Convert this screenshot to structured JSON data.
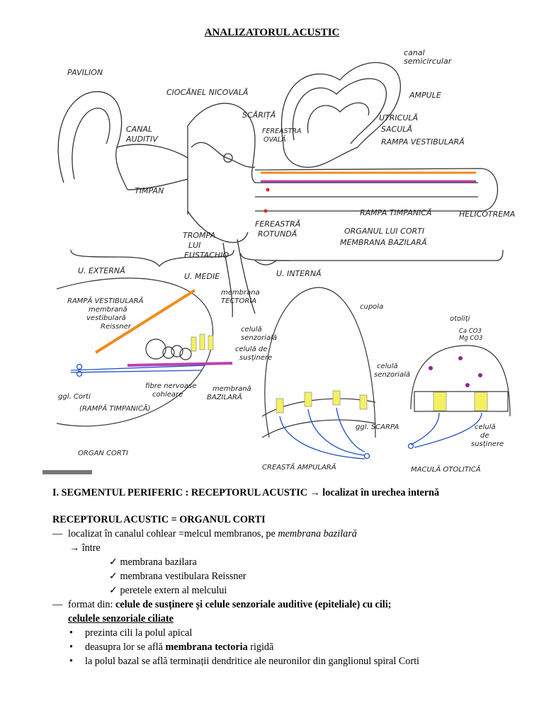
{
  "title": "ANALIZATORUL ACUSTIC",
  "figure": {
    "top_labels": {
      "pavilion": "PAVILION",
      "canal_auditiv_1": "CANAL",
      "canal_auditiv_2": "AUDITIV",
      "timpan": "TIMPAN",
      "ciocanel": "CIOCĂNEL NICOVALĂ",
      "scarita": "SCĂRIȚĂ",
      "fereastra_ovala_1": "FEREASTRA",
      "fereastra_ovala_2": "OVALĂ",
      "canal_semicircular_1": "canal",
      "canal_semicircular_2": "semicircular",
      "ampule": "AMPULE",
      "utricula": "UTRICULĂ",
      "sacula": "SACULĂ",
      "rampa_vestibulara": "RAMPA VESTIBULARĂ",
      "rampa_timpanica": "RAMPA TIMPANICĂ",
      "helicotrema": "HELICOTREMA",
      "fereastra_rotunda_1": "FEREASTRĂ",
      "fereastra_rotunda_2": "ROTUNDĂ",
      "organul_corti": "ORGANUL LUI CORTI",
      "membrana_bazilara": "MEMBRANA BAZILARĂ",
      "trompa_1": "TROMPA",
      "trompa_2": "LUI",
      "trompa_3": "EUSTACHIO",
      "u_externa": "U. EXTERNĂ",
      "u_medie": "U. MEDIE",
      "u_interna": "U. INTERNĂ"
    },
    "bottom_labels": {
      "rampa_vest": "RAMPĂ VESTIBULARĂ",
      "membrana_vest_1": "membrană",
      "membrana_vest_2": "vestibulară",
      "reissner": "Reissner",
      "membrana_tectoria_1": "membrana",
      "membrana_tectoria_2": "TECTORIA",
      "celula_senzoriala_1": "celulă",
      "celula_senzoriala_2": "senzorială",
      "celula_sustinere_1": "celulă de",
      "celula_sustinere_2": "susținere",
      "ggl_corti": "ggl. Corti",
      "fibre_1": "fibre nervoase",
      "fibre_2": "cohleare",
      "membrana_baz_1": "membrană",
      "membrana_baz_2": "BAZILARĂ",
      "rampa_timp": "(RAMPĂ TIMPANICĂ)",
      "organ_corti": "ORGAN CORTI",
      "cupola": "cupola",
      "celula_senz_2a": "celulă",
      "celula_senz_2b": "senzorială",
      "ggl_scarpa": "ggl. SCARPA",
      "creasta": "CREASTĂ AMPULARĂ",
      "otoliti": "otoliți",
      "caco3": "Ca CO3",
      "mgco3": "Mg CO3",
      "celula_sust_3a": "celulă",
      "celula_sust_3b": "de",
      "celula_sust_3c": "susținere",
      "macula": "MACULĂ OTOLITICĂ"
    }
  },
  "text": {
    "heading1_a": "I. SEGMENTUL PERIFERIC :  RECEPTORUL ACUSTIC  →  ",
    "heading1_b": "localizat în urechea internă",
    "heading2": "RECEPTORUL ACUSTIC = ORGANUL CORTI",
    "dash": "—",
    "line1_a": "localizat în canalul cohlear =melcul membranos, pe ",
    "line1_b": "membrana bazilară",
    "intre": "→ între",
    "check": "✓",
    "checks": [
      "membrana bazilara",
      "membrana vestibulara Reissner",
      "peretele extern al melcului"
    ],
    "format_a": "format din: ",
    "format_b": "celule de susținere și celule senzoriale auditive (epiteliale) cu cili;",
    "subheading": "celulele senzoriale ciliate",
    "bullet": "•",
    "bullet1": "prezinta cili la polul apical",
    "bullet2_a": "deasupra lor se află ",
    "bullet2_b": "membrana tectoria",
    "bullet2_c": " rigidă",
    "bullet3": "la polul bazal se află terminații dendritice ale neuronilor din ganglionul spiral Corti"
  }
}
